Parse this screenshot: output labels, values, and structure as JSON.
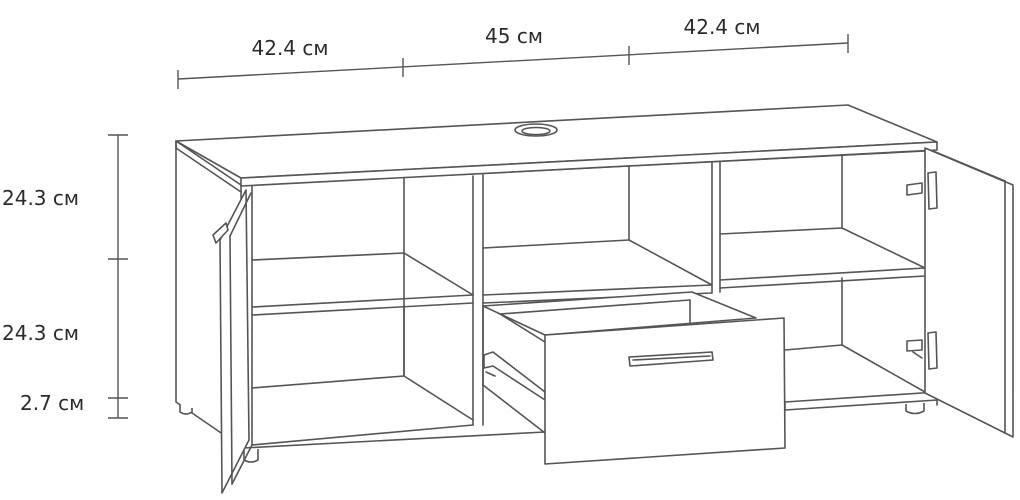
{
  "dimensions": {
    "width_left": "42.4 см",
    "width_middle": "45 см",
    "width_right": "42.4 см",
    "height_top": "24.3 см",
    "height_middle": "24.3 см",
    "height_bottom": "2.7 см"
  },
  "colors": {
    "line": "#555555",
    "text": "#2b2b2b",
    "background": "#ffffff"
  }
}
